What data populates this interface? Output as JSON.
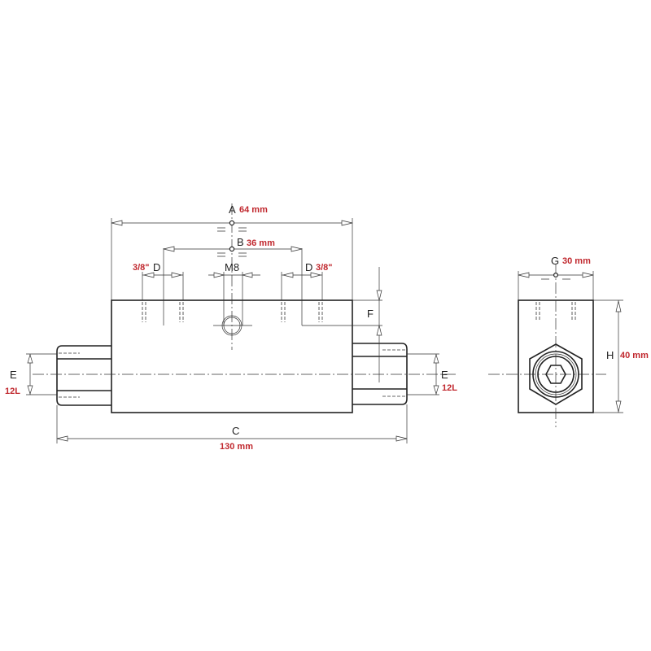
{
  "title": "Valve block dimension drawing",
  "dimensions": {
    "A": {
      "letter": "A",
      "value": "64 mm"
    },
    "B": {
      "letter": "B",
      "value": "36 mm"
    },
    "D_left": {
      "letter": "D",
      "value": "3/8\""
    },
    "D_right": {
      "letter": "D",
      "value": "3/8\""
    },
    "M8": {
      "letter": "M8"
    },
    "F": {
      "letter": "F"
    },
    "E_left": {
      "letter": "E",
      "value": "12L"
    },
    "E_right": {
      "letter": "E",
      "value": "12L"
    },
    "C": {
      "letter": "C",
      "value": "130 mm"
    },
    "G": {
      "letter": "G",
      "value": "30 mm"
    },
    "H": {
      "letter": "H",
      "value": "40 mm"
    }
  },
  "colors": {
    "line": "#222222",
    "value_text": "#c0272d"
  }
}
